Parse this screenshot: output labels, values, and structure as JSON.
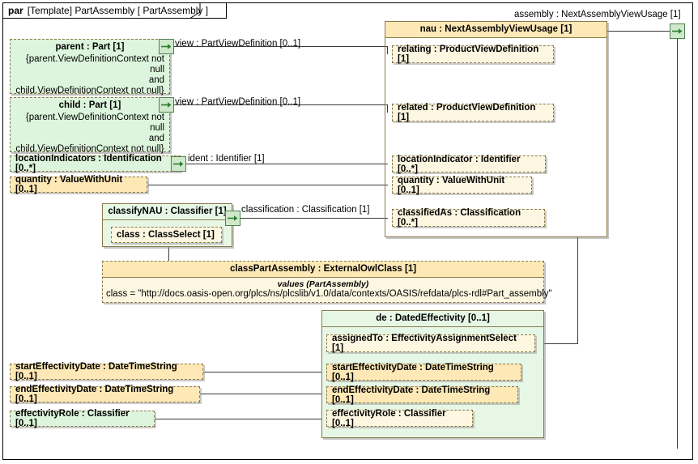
{
  "frame": {
    "keyword": "par",
    "label": "[Template] PartAssembly [ PartAssembly ]"
  },
  "colors": {
    "green_fill": "#ddf5dd",
    "green_light_fill": "#e6f7e6",
    "yellow_fill": "#fde8b6",
    "cream_fill": "#fdf6e0",
    "border": "#8a7a4a",
    "line": "#3a3a3a",
    "pin_border": "#4f7f4f",
    "pin_fill": "#cfe9cb"
  },
  "left_column": {
    "parent": {
      "title": "parent : Part [1]",
      "constraint_line1": "{parent.ViewDefinitionContext not null",
      "constraint_line2": "and",
      "constraint_line3": "child.ViewDefinitionContext not null}"
    },
    "child": {
      "title": "child : Part [1]",
      "constraint_line1": "{parent.ViewDefinitionContext not null",
      "constraint_line2": "and",
      "constraint_line3": "child.ViewDefinitionContext not null}"
    },
    "locationIndicators": {
      "title": "locationIndicators : Identification [0..*]"
    },
    "quantity": {
      "title": "quantity : ValueWithUnit [0..1]"
    },
    "startEffectivityDate": {
      "title": "startEffectivityDate : DateTimeString [0..1]"
    },
    "endEffectivityDate": {
      "title": "endEffectivityDate : DateTimeString [0..1]"
    },
    "effectivityRole": {
      "title": "effectivityRole : Classifier [0..1]"
    }
  },
  "classify": {
    "title": "classifyNAU : Classifier [1]",
    "inner_class": "class : ClassSelect [1]"
  },
  "owl": {
    "title": "classPartAssembly : ExternalOwlClass [1]",
    "values_header": "values (PartAssembly)",
    "class_value": "class = \"http://docs.oasis-open.org/plcs/ns/plcslib/v1.0/data/contexts/OASIS/refdata/plcs-rdl#Part_assembly\""
  },
  "nau": {
    "title": "nau : NextAssemblyViewUsage [1]",
    "ports": [
      {
        "label": "relating : ProductViewDefinition [1]"
      },
      {
        "label": "related : ProductViewDefinition [1]"
      },
      {
        "label": "locationIndicator : Identifier [0..*]"
      },
      {
        "label": "quantity : ValueWithUnit [0..1]"
      },
      {
        "label": "classifiedAs : Classification [0..*]"
      }
    ]
  },
  "dated_effectivity": {
    "title": "de : DatedEffectivity [0..1]",
    "ports": [
      {
        "label": "assignedTo : EffectivityAssignmentSelect [1]"
      },
      {
        "label": "startEffectivityDate : DateTimeString [0..1]"
      },
      {
        "label": "endEffectivityDate : DateTimeString [0..1]"
      },
      {
        "label": "effectivityRole : Classifier [0..1]"
      }
    ]
  },
  "edge_labels": {
    "assembly": "assembly : NextAssemblyViewUsage [1]",
    "view_parent": "view : PartViewDefinition [0..1]",
    "view_child": "view : PartViewDefinition [0..1]",
    "ident": "ident : Identifier [1]",
    "classification": "classification : Classification [1]"
  },
  "icons": {
    "pin_arrow": "arrow-right-icon"
  }
}
